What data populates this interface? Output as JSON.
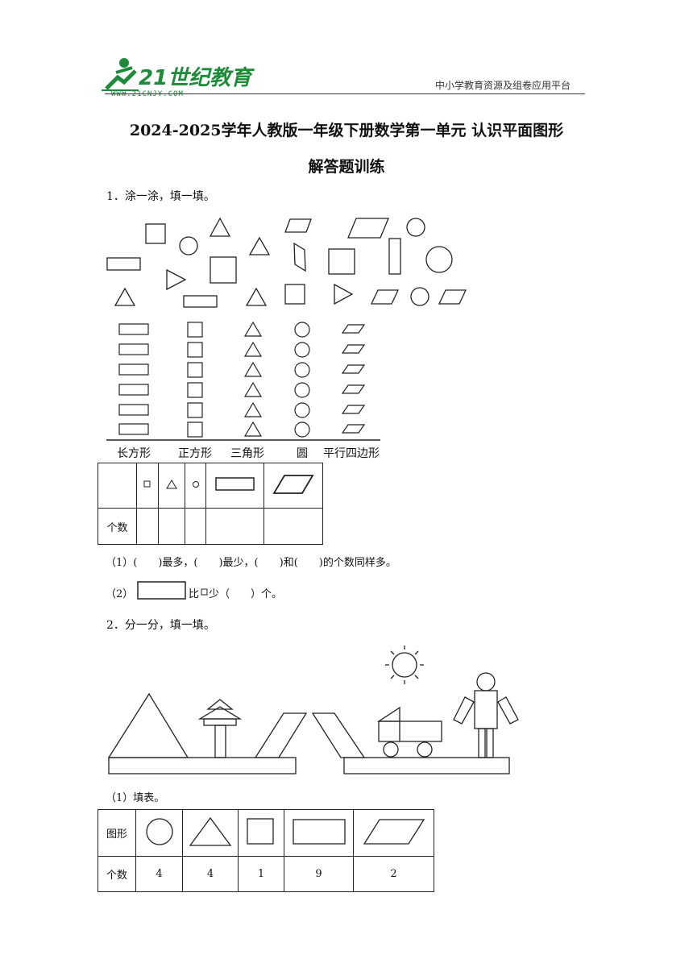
{
  "header": {
    "logo_text": "21世纪教育",
    "logo_url": "WWW.21CNJY.COM",
    "site_tagline": "中小学教育资源及组卷应用平台"
  },
  "title": {
    "line1": "2024-2025学年人教版一年级下册数学第一单元 认识平面图形",
    "line2": "解答题训练"
  },
  "q1": {
    "prompt": "1．涂一涂，填一填。",
    "categories": [
      "长方形",
      "正方形",
      "三角形",
      "圆",
      "平行四边形"
    ],
    "table_row_label": "个数",
    "sub1": "（1）(　　)最多，(　　)最少，(　　)和(　　)的个数同样多。",
    "sub2_prefix": "（2）",
    "sub2_mid": "比",
    "sub2_suffix": "少（　　）个。"
  },
  "q2": {
    "prompt": "2．分一分，填一填。",
    "sub1": "（1）填表。",
    "table_header_label": "图形",
    "table_row_label": "个数",
    "counts": [
      "4",
      "4",
      "1",
      "9",
      "2"
    ]
  }
}
